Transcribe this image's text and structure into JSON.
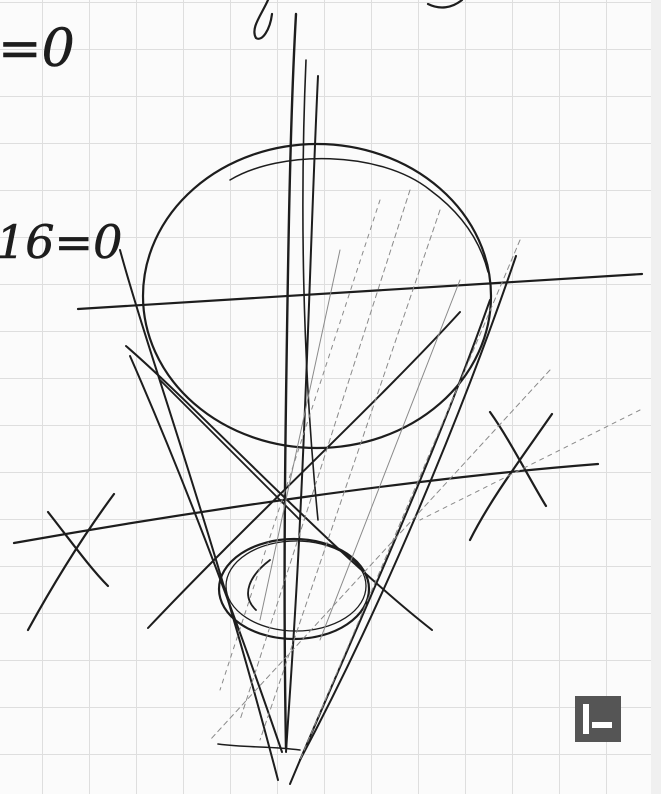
{
  "equations": {
    "eq_top": "=0",
    "eq_middle": "16=0"
  },
  "logo": {
    "name": "square-logo-badge",
    "color": "#555555"
  },
  "colors": {
    "ink": "#1d1d1d",
    "grid": "#dedede",
    "paper": "#fbfbfb"
  }
}
